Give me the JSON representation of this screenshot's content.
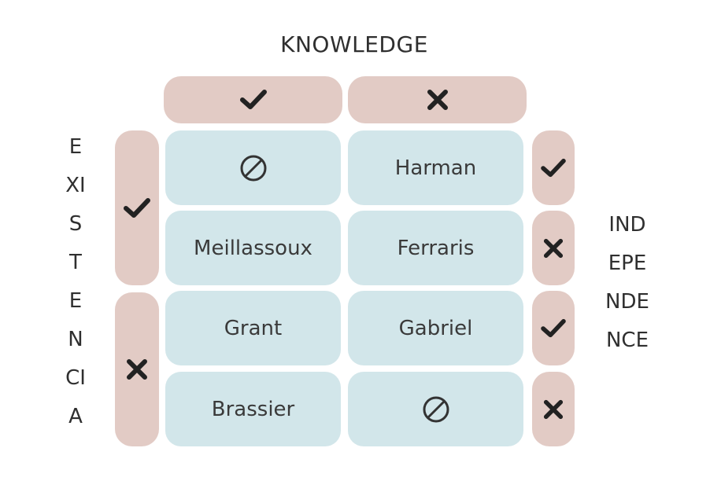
{
  "title": "KNOWLEDGE",
  "left_label": [
    "E",
    "XI",
    "S",
    "T",
    "E",
    "N",
    "CI",
    "A"
  ],
  "right_label": [
    "IND",
    "EPE",
    "NDE",
    "NCE"
  ],
  "header": [
    {
      "icon": "check-icon"
    },
    {
      "icon": "cross-icon"
    }
  ],
  "left_groups": [
    {
      "icon": "check-icon"
    },
    {
      "icon": "cross-icon"
    }
  ],
  "right_marks": [
    {
      "icon": "check-icon"
    },
    {
      "icon": "cross-icon"
    },
    {
      "icon": "check-icon"
    },
    {
      "icon": "cross-icon"
    }
  ],
  "cells": [
    {
      "text": "",
      "icon": "empty-set-icon"
    },
    {
      "text": "Harman"
    },
    {
      "text": "Meillassoux"
    },
    {
      "text": "Ferraris"
    },
    {
      "text": "Grant"
    },
    {
      "text": "Gabriel"
    },
    {
      "text": "Brassier"
    },
    {
      "text": "",
      "icon": "empty-set-icon"
    }
  ],
  "colors": {
    "pink": "#e2cbc5",
    "blue": "#d2e6ea",
    "ink": "#2f2f2f"
  }
}
